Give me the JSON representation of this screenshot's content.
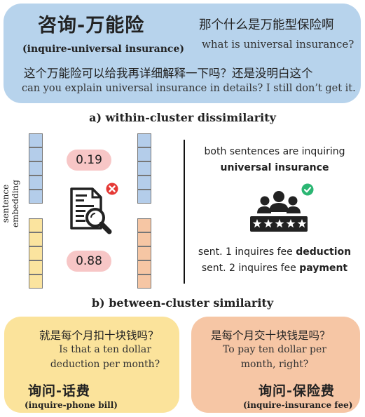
{
  "top": {
    "title_zh": "咨询-万能险",
    "title_en": "(inquire-universal insurance)",
    "q1_zh": "那个什么是万能型保险啊",
    "q1_en": "what is universal insurance?",
    "q2_zh": "这个万能险可以给我再详细解释一下吗？还是没明白这个",
    "q2_en": "can you explain universal insurance in details? I still don’t get it."
  },
  "section_a": "a) within-cluster dissimilarity",
  "section_b": "b) between-cluster similarity",
  "embedding_label": "sentence embedding",
  "scores": {
    "top": "0.19",
    "bottom": "0.88"
  },
  "right_panel": {
    "line1": "both sentences are inquiring",
    "line2": "universal insurance",
    "sent1_prefix": "sent. 1 inquires fee ",
    "sent1_bold": "deduction",
    "sent2_prefix": "sent. 2 inquires fee ",
    "sent2_bold": "payment"
  },
  "bottom_left": {
    "zh": "就是每个月扣十块钱吗？",
    "en1": "Is that a ten dollar",
    "en2": "deduction per month?",
    "title": "询问-话费",
    "subtitle": "(inquire-phone bill)"
  },
  "bottom_right": {
    "zh": "是每个月交十块钱是吗？",
    "en1": "To pay ten dollar per",
    "en2": "month, right?",
    "title": "询问-保险费",
    "subtitle": "(inquire-insurance fee)"
  },
  "colors": {
    "top_panel": "#b7d3ec",
    "bottom_left_panel": "#fbe39b",
    "bottom_right_panel": "#f6c6a5",
    "score_pill": "#f7c6c6",
    "cross_badge": "#e53935",
    "check_badge": "#2bb673"
  },
  "icons": [
    "document-search-icon",
    "cross-badge-icon",
    "team-rating-icon",
    "check-badge-icon"
  ]
}
